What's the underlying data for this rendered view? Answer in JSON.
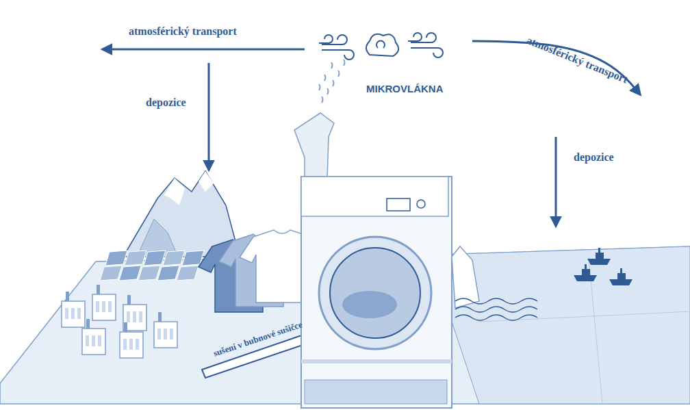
{
  "diagram": {
    "labels": [
      "atmosférický transport",
      "atmosférický transport",
      "depozice",
      "MIKROVLÁKNA",
      "depozice",
      "sušení v bubnové sušičce"
    ]
  }
}
